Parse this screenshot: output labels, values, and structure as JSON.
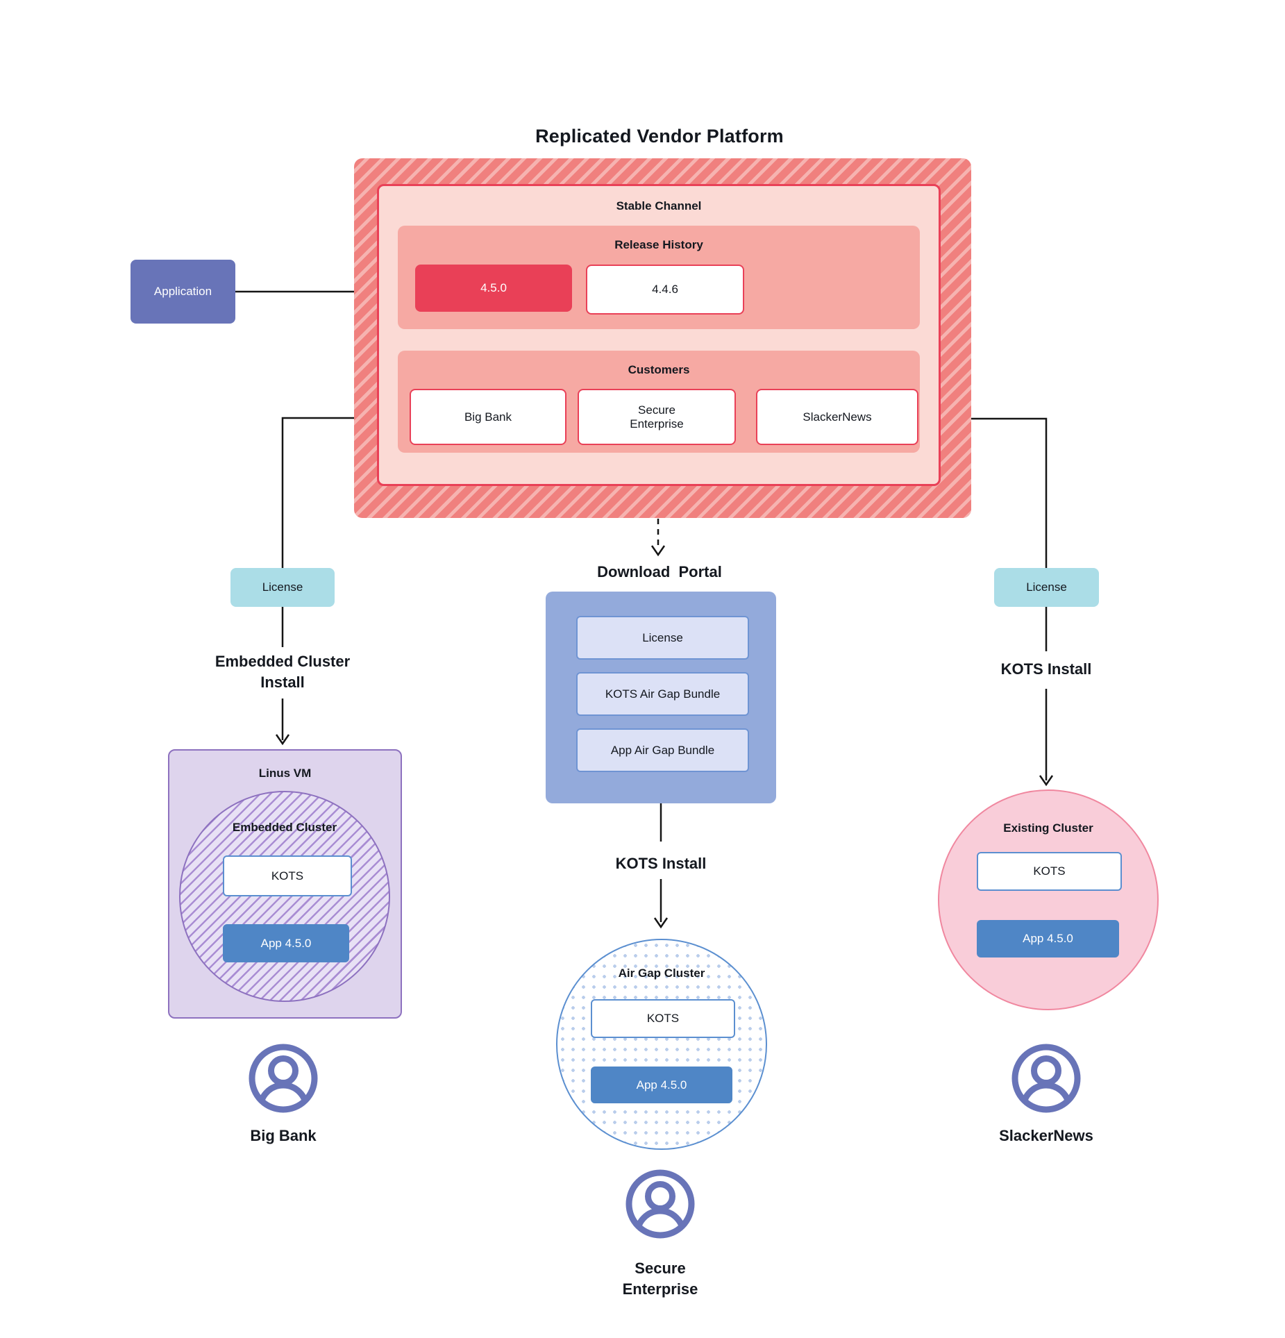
{
  "title": "Replicated Vendor Platform",
  "colors": {
    "red_accent": "#e94057",
    "panel_pink": "#f6a9a3",
    "panel_pale_pink": "#fbdad5",
    "hatch_red_dark": "#f0807e",
    "hatch_red_light": "#f6b3b0",
    "application_purple": "#6874b8",
    "license_teal": "#abdde7",
    "portal_blue": "#93aadb",
    "portal_item_blue": "#dce1f6",
    "kots_border_blue": "#5b8fd0",
    "app_blue": "#4f86c6",
    "vm_lavender": "#ded4ed",
    "vm_purple_border": "#8d71bf",
    "vm_hatch_purple": "#a98dd3",
    "airgap_dot_blue": "#b9cdeb",
    "existing_pink": "#f9cdd9",
    "existing_pink_border": "#f0879f",
    "line_black": "#151515"
  },
  "icons": {
    "customer": "person-icon"
  },
  "platform": {
    "stable_channel": {
      "label": "Stable Channel",
      "release_history": {
        "label": "Release History",
        "releases": [
          {
            "version": "4.5.0",
            "current": true
          },
          {
            "version": "4.4.6",
            "current": false
          }
        ]
      },
      "customers": {
        "label": "Customers",
        "items": [
          "Big Bank",
          "Secure\nEnterprise",
          "SlackerNews"
        ]
      }
    }
  },
  "application": {
    "label": "Application"
  },
  "flows": {
    "big_bank": {
      "license_label": "License",
      "install_label": "Embedded Cluster\nInstall",
      "vm": {
        "label": "Linus VM",
        "cluster_label": "Embedded Cluster",
        "kots_label": "KOTS",
        "app_label": "App 4.5.0"
      },
      "customer_label": "Big Bank"
    },
    "secure_enterprise": {
      "portal_label": "Download  Portal",
      "portal_items": [
        "License",
        "KOTS Air Gap Bundle",
        "App Air Gap Bundle"
      ],
      "install_label": "KOTS Install",
      "cluster": {
        "label": "Air Gap Cluster",
        "kots_label": "KOTS",
        "app_label": "App 4.5.0"
      },
      "customer_label": "Secure\nEnterprise"
    },
    "slacker_news": {
      "license_label": "License",
      "install_label": "KOTS Install",
      "cluster": {
        "label": "Existing Cluster",
        "kots_label": "KOTS",
        "app_label": "App 4.5.0"
      },
      "customer_label": "SlackerNews"
    }
  }
}
